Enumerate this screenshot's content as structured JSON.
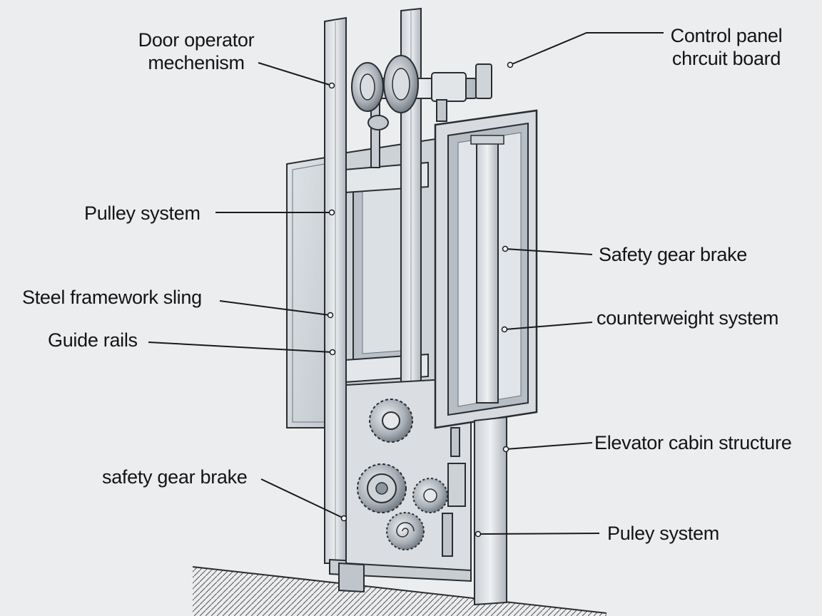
{
  "diagram": {
    "labels": {
      "door_operator": {
        "line1": "Door operator",
        "line2": "mechenism"
      },
      "control_panel": {
        "line1": "Control panel",
        "line2": "chrcuit board"
      },
      "pulley_system_left": "Pulley system",
      "steel_framework": "Steel framework sling",
      "guide_rails": "Guide rails",
      "safety_gear_brake_left": "safety gear brake",
      "safety_gear_brake_right": "Safety gear brake",
      "counterweight_system": "counterweight system",
      "elevator_cabin_structure": "Elevator cabin structure",
      "pulley_system_right": "Puley system"
    },
    "colors": {
      "background": "#ecedee",
      "steel_light": "#d8dde2",
      "steel_mid": "#b7bec6",
      "steel_dark": "#8d959e",
      "outline": "#2a2d31",
      "leader": "#1a1a1a"
    }
  }
}
